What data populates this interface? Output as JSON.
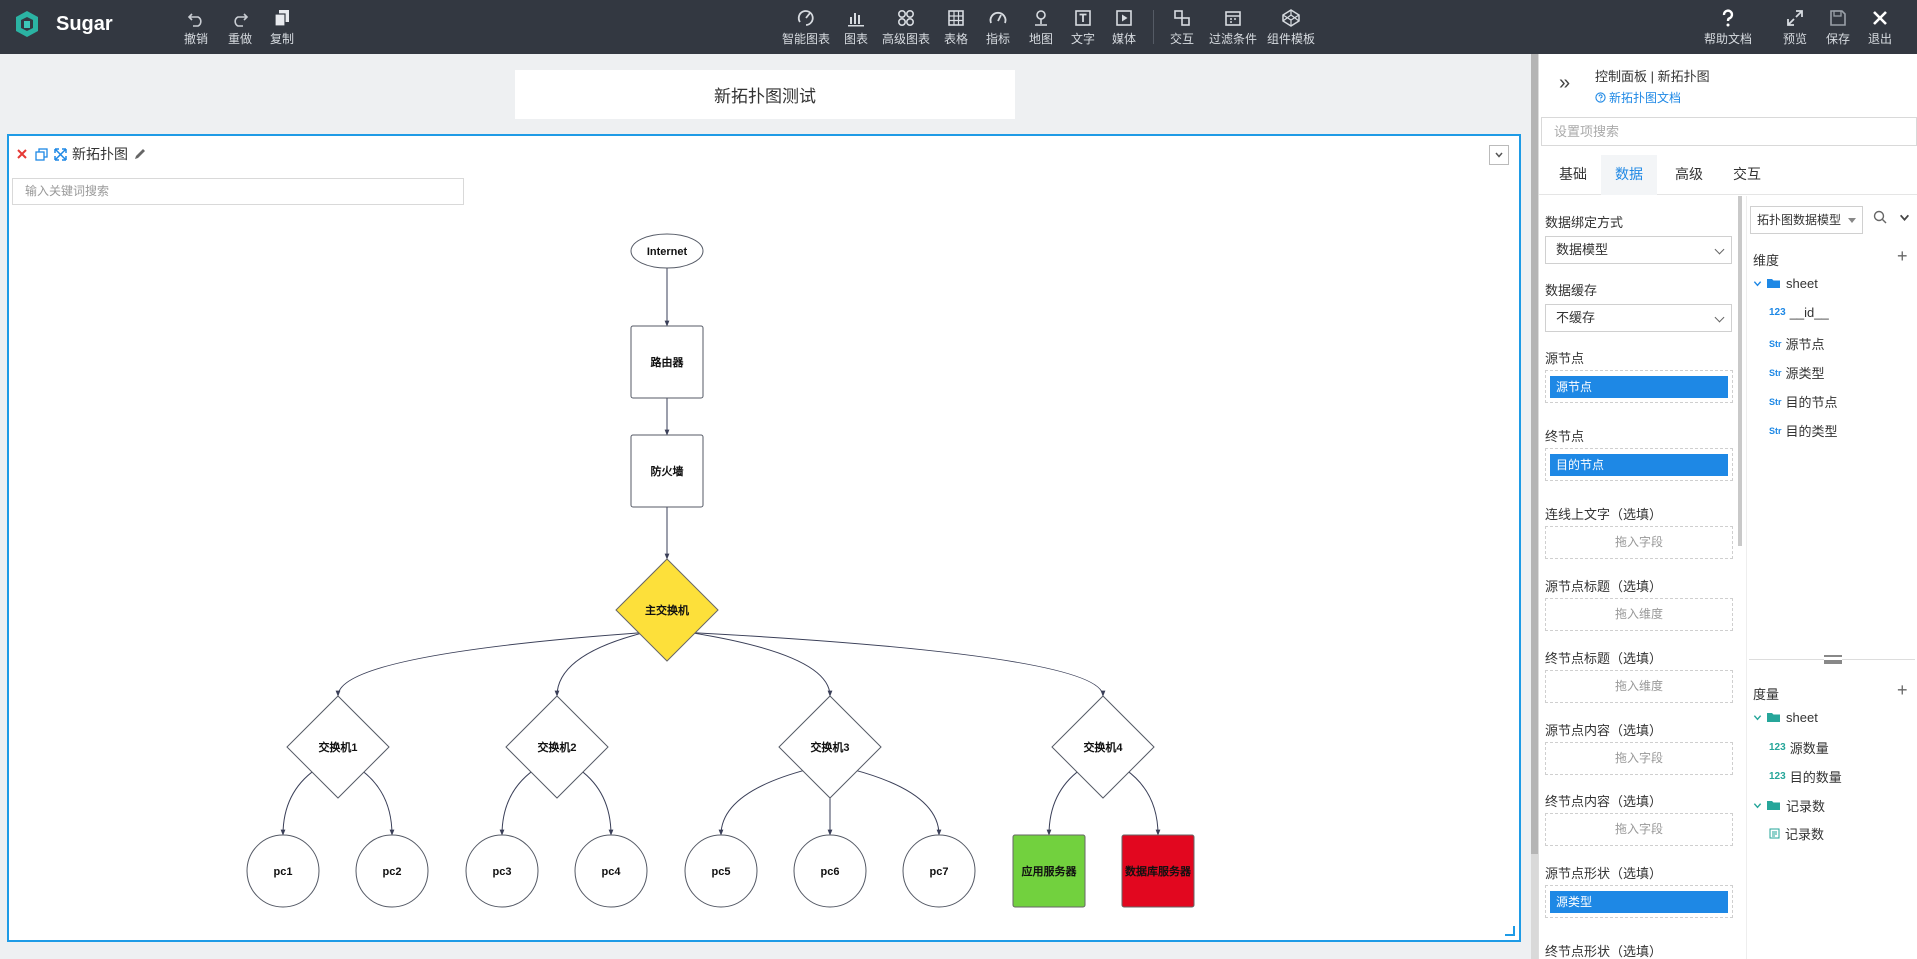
{
  "app": {
    "name": "Sugar"
  },
  "toolbar": {
    "left": [
      {
        "id": "undo",
        "label": "撤销"
      },
      {
        "id": "redo",
        "label": "重做"
      },
      {
        "id": "copy",
        "label": "复制"
      }
    ],
    "center": [
      {
        "id": "smart-chart",
        "label": "智能图表"
      },
      {
        "id": "chart",
        "label": "图表"
      },
      {
        "id": "advanced-chart",
        "label": "高级图表"
      },
      {
        "id": "table",
        "label": "表格"
      },
      {
        "id": "metric",
        "label": "指标"
      },
      {
        "id": "map",
        "label": "地图"
      },
      {
        "id": "text",
        "label": "文字"
      },
      {
        "id": "media",
        "label": "媒体"
      },
      {
        "id": "interaction",
        "label": "交互"
      },
      {
        "id": "filter",
        "label": "过滤条件"
      },
      {
        "id": "component-template",
        "label": "组件模板"
      }
    ],
    "right": [
      {
        "id": "help-doc",
        "label": "帮助文档"
      },
      {
        "id": "preview",
        "label": "预览"
      },
      {
        "id": "save",
        "label": "保存"
      },
      {
        "id": "exit",
        "label": "退出"
      }
    ]
  },
  "canvas": {
    "page_title": "新拓扑图测试",
    "widget": {
      "title": "新拓扑图",
      "search_placeholder": "输入关键词搜索"
    },
    "topology": {
      "nodes": [
        {
          "id": "internet",
          "label": "Internet",
          "shape": "ellipse",
          "color": "#ffffff"
        },
        {
          "id": "router",
          "label": "路由器",
          "shape": "rect",
          "color": "#ffffff"
        },
        {
          "id": "firewall",
          "label": "防火墙",
          "shape": "rect",
          "color": "#ffffff"
        },
        {
          "id": "core-switch",
          "label": "主交换机",
          "shape": "diamond",
          "color": "#fde03a"
        },
        {
          "id": "sw1",
          "label": "交换机1",
          "shape": "diamond",
          "color": "#ffffff"
        },
        {
          "id": "sw2",
          "label": "交换机2",
          "shape": "diamond",
          "color": "#ffffff"
        },
        {
          "id": "sw3",
          "label": "交换机3",
          "shape": "diamond",
          "color": "#ffffff"
        },
        {
          "id": "sw4",
          "label": "交换机4",
          "shape": "diamond",
          "color": "#ffffff"
        },
        {
          "id": "pc1",
          "label": "pc1",
          "shape": "circle",
          "color": "#ffffff"
        },
        {
          "id": "pc2",
          "label": "pc2",
          "shape": "circle",
          "color": "#ffffff"
        },
        {
          "id": "pc3",
          "label": "pc3",
          "shape": "circle",
          "color": "#ffffff"
        },
        {
          "id": "pc4",
          "label": "pc4",
          "shape": "circle",
          "color": "#ffffff"
        },
        {
          "id": "pc5",
          "label": "pc5",
          "shape": "circle",
          "color": "#ffffff"
        },
        {
          "id": "pc6",
          "label": "pc6",
          "shape": "circle",
          "color": "#ffffff"
        },
        {
          "id": "pc7",
          "label": "pc7",
          "shape": "circle",
          "color": "#ffffff"
        },
        {
          "id": "app-server",
          "label": "应用服务器",
          "shape": "rect",
          "color": "#72d13e"
        },
        {
          "id": "db-server",
          "label": "数据库服务器",
          "shape": "rect",
          "color": "#e2071f"
        }
      ],
      "edges": [
        [
          "internet",
          "router"
        ],
        [
          "router",
          "firewall"
        ],
        [
          "firewall",
          "core-switch"
        ],
        [
          "core-switch",
          "sw1"
        ],
        [
          "core-switch",
          "sw2"
        ],
        [
          "core-switch",
          "sw3"
        ],
        [
          "core-switch",
          "sw4"
        ],
        [
          "sw1",
          "pc1"
        ],
        [
          "sw1",
          "pc2"
        ],
        [
          "sw2",
          "pc3"
        ],
        [
          "sw2",
          "pc4"
        ],
        [
          "sw3",
          "pc5"
        ],
        [
          "sw3",
          "pc6"
        ],
        [
          "sw3",
          "pc7"
        ],
        [
          "sw4",
          "app-server"
        ],
        [
          "sw4",
          "db-server"
        ]
      ]
    }
  },
  "panel": {
    "breadcrumb": "控制面板 | 新拓扑图",
    "doc_link": "新拓扑图文档",
    "search_placeholder": "设置项搜索",
    "tabs": [
      "基础",
      "数据",
      "高级",
      "交互"
    ],
    "active_tab": "数据",
    "config": {
      "binding_label": "数据绑定方式",
      "binding_value": "数据模型",
      "cache_label": "数据缓存",
      "cache_value": "不缓存",
      "source_label": "源节点",
      "source_chip": "源节点",
      "target_label": "终节点",
      "target_chip": "目的节点",
      "edge_text_label": "连线上文字（选填）",
      "edge_text_ph": "拖入字段",
      "source_title_label": "源节点标题（选填）",
      "source_title_ph": "拖入维度",
      "target_title_label": "终节点标题（选填）",
      "target_title_ph": "拖入维度",
      "source_content_label": "源节点内容（选填）",
      "source_content_ph": "拖入字段",
      "target_content_label": "终节点内容（选填）",
      "target_content_ph": "拖入字段",
      "source_shape_label": "源节点形状（选填）",
      "source_shape_chip": "源类型",
      "target_shape_label": "终节点形状（选填）"
    },
    "fields": {
      "model_select": "拓扑图数据模型",
      "dimensions_title": "维度",
      "dim_folder": "sheet",
      "dimensions": [
        {
          "type": "123",
          "name": "__id__"
        },
        {
          "type": "Str",
          "name": "源节点"
        },
        {
          "type": "Str",
          "name": "源类型"
        },
        {
          "type": "Str",
          "name": "目的节点"
        },
        {
          "type": "Str",
          "name": "目的类型"
        }
      ],
      "measures_title": "度量",
      "measure_folder": "sheet",
      "measures": [
        {
          "type": "123",
          "name": "源数量"
        },
        {
          "type": "123",
          "name": "目的数量"
        }
      ],
      "record_folder": "记录数",
      "record_item": "记录数"
    }
  },
  "colors": {
    "accent": "#1e88e5",
    "topbar": "#333841",
    "selection": "#1e9be6"
  }
}
